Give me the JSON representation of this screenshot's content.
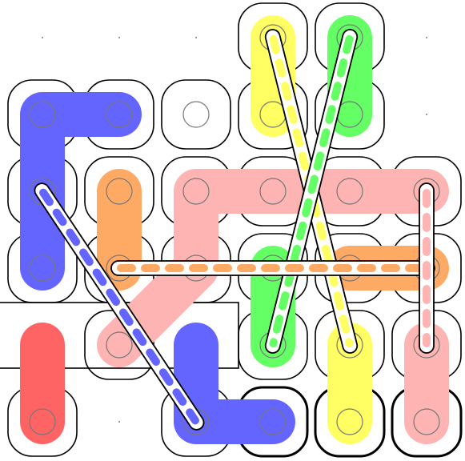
{
  "game": {
    "grid": {
      "columns": 6,
      "rows": 6
    },
    "colors": {
      "blue": "#6464ff",
      "yellow": "#ffff64",
      "green": "#64ff64",
      "orange": "#ffaa64",
      "pink": "#ffb4b4",
      "red": "#ff6464",
      "outline": "#000000",
      "dot": "#777777"
    },
    "tiles": [
      {
        "col": 3,
        "row": 0
      },
      {
        "col": 4,
        "row": 0
      },
      {
        "col": 0,
        "row": 1
      },
      {
        "col": 1,
        "row": 1
      },
      {
        "col": 2,
        "row": 1
      },
      {
        "col": 3,
        "row": 1
      },
      {
        "col": 4,
        "row": 1
      },
      {
        "col": 0,
        "row": 2
      },
      {
        "col": 1,
        "row": 2
      },
      {
        "col": 2,
        "row": 2
      },
      {
        "col": 3,
        "row": 2
      },
      {
        "col": 4,
        "row": 2
      },
      {
        "col": 5,
        "row": 2
      },
      {
        "col": 0,
        "row": 3
      },
      {
        "col": 1,
        "row": 3
      },
      {
        "col": 2,
        "row": 3
      },
      {
        "col": 3,
        "row": 3
      },
      {
        "col": 4,
        "row": 3
      },
      {
        "col": 5,
        "row": 3
      },
      {
        "col": 1,
        "row": 4
      },
      {
        "col": 3,
        "row": 4
      },
      {
        "col": 4,
        "row": 4
      },
      {
        "col": 5,
        "row": 4
      },
      {
        "col": 0,
        "row": 5
      },
      {
        "col": 2,
        "row": 5
      },
      {
        "col": 3,
        "row": 5,
        "bold": true
      },
      {
        "col": 4,
        "row": 5,
        "bold": true
      },
      {
        "col": 5,
        "row": 5,
        "bold": true
      }
    ],
    "paths": [
      {
        "name": "blue-left-path",
        "color": "blue",
        "cells": [
          [
            1,
            1
          ],
          [
            0,
            1
          ],
          [
            0,
            2
          ],
          [
            0,
            3
          ]
        ]
      },
      {
        "name": "blue-bottom-path",
        "color": "blue",
        "cells": [
          [
            2,
            4
          ],
          [
            2,
            5
          ],
          [
            3,
            5
          ]
        ]
      },
      {
        "name": "yellow-top-path",
        "color": "yellow",
        "cells": [
          [
            3,
            0
          ],
          [
            3,
            1
          ]
        ]
      },
      {
        "name": "yellow-bottom-path",
        "color": "yellow",
        "cells": [
          [
            4,
            4
          ],
          [
            4,
            5
          ]
        ]
      },
      {
        "name": "green-top-path",
        "color": "green",
        "cells": [
          [
            4,
            0
          ],
          [
            4,
            1
          ]
        ]
      },
      {
        "name": "green-middle-path",
        "color": "green",
        "cells": [
          [
            3,
            3
          ],
          [
            3,
            4
          ]
        ]
      },
      {
        "name": "orange-left-path",
        "color": "orange",
        "cells": [
          [
            1,
            2
          ],
          [
            1,
            3
          ]
        ]
      },
      {
        "name": "orange-right-path",
        "color": "orange",
        "cells": [
          [
            4,
            3
          ],
          [
            5,
            3
          ]
        ]
      },
      {
        "name": "pink-main-path",
        "color": "pink",
        "cells": [
          [
            2,
            3
          ],
          [
            2,
            2
          ],
          [
            3,
            2
          ],
          [
            4,
            2
          ],
          [
            5,
            2
          ]
        ]
      },
      {
        "name": "pink-right-path",
        "color": "pink",
        "cells": [
          [
            5,
            4
          ],
          [
            5,
            5
          ]
        ]
      },
      {
        "name": "pink-diagonal-path",
        "color": "pink",
        "cells": [
          [
            1,
            4
          ],
          [
            2,
            3
          ]
        ]
      },
      {
        "name": "red-path",
        "color": "red",
        "cells": [
          [
            0,
            4
          ],
          [
            0,
            5
          ]
        ]
      }
    ],
    "bridges": [
      {
        "name": "blue-bridge",
        "color": "blue",
        "from": [
          0,
          2
        ],
        "to": [
          2,
          5
        ]
      },
      {
        "name": "yellow-bridge",
        "color": "yellow",
        "from": [
          3,
          0
        ],
        "to": [
          4,
          4
        ]
      },
      {
        "name": "green-bridge",
        "color": "green",
        "from": [
          4,
          0
        ],
        "to": [
          3,
          4
        ]
      },
      {
        "name": "orange-bridge",
        "color": "orange",
        "from": [
          1,
          3
        ],
        "to": [
          5,
          3
        ]
      },
      {
        "name": "pink-bridge",
        "color": "pink",
        "from": [
          5,
          2
        ],
        "to": [
          5,
          4
        ]
      }
    ],
    "stray_dots": [
      [
        0,
        0
      ],
      [
        1,
        0
      ],
      [
        2,
        0
      ],
      [
        5,
        0
      ],
      [
        5,
        1
      ],
      [
        1,
        5
      ]
    ]
  }
}
